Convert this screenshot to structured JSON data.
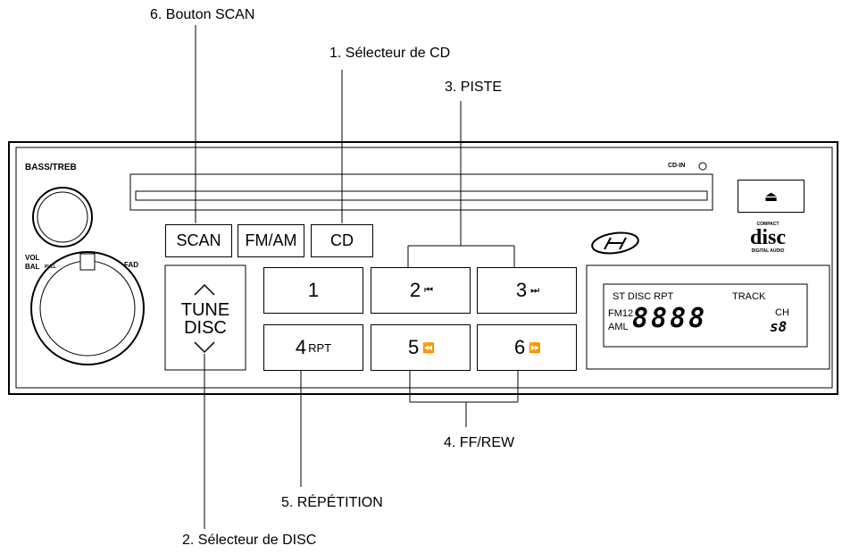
{
  "callouts": {
    "scan": "6. Bouton SCAN",
    "cd": "1. Sélecteur de CD",
    "piste": "3. PISTE",
    "ffrew": "4. FF/REW",
    "repetition": "5. RÉPÉTITION",
    "disc": "2. Sélecteur de DISC"
  },
  "panel": {
    "bass_treb": "BASS/TREB",
    "vol": "VOL",
    "bal": "BAL",
    "pull": "PULL",
    "fad": "FAD",
    "cd_in": "CD-IN",
    "eject_icon": "eject-icon",
    "brand_logo": "hyundai-logo",
    "compact": "COMPACT",
    "disc_logo": "disc",
    "digital_audio": "DIGITAL AUDIO"
  },
  "buttons": {
    "scan": "SCAN",
    "fmam": "FM/AM",
    "cd": "CD",
    "tune": "TUNE",
    "disc": "DISC",
    "p1": "1",
    "p2": "2",
    "p2_sym": "⏮",
    "p3": "3",
    "p3_sym": "⏭",
    "p4": "4",
    "p4_sub": "RPT",
    "p5": "5",
    "p5_sym": "⏪",
    "p6": "6",
    "p6_sym": "⏩"
  },
  "display": {
    "line1": "ST DISC RPT",
    "track": "TRACK",
    "fm12": "FM12",
    "aml": "AML",
    "digits": "8888",
    "ch": "CH",
    "small_digits": "s8"
  }
}
